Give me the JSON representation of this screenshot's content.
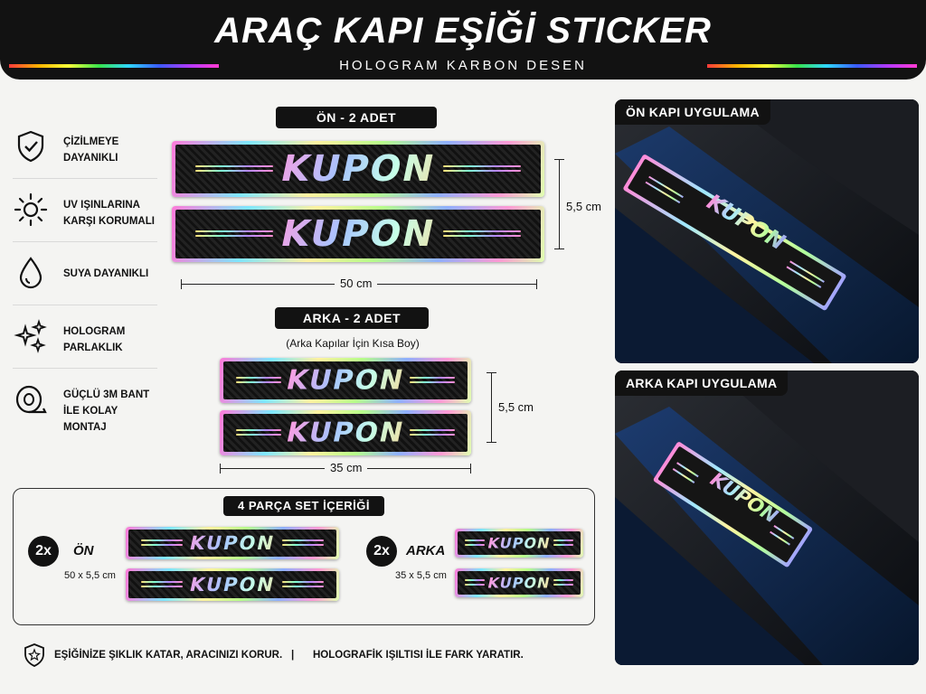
{
  "header": {
    "title": "ARAÇ KAPI EŞİĞİ STICKER",
    "subtitle": "HOLOGRAM KARBON DESEN"
  },
  "features": [
    {
      "icon": "shield-check-icon",
      "text": "ÇİZİLMEYE\nDAYANIKLI"
    },
    {
      "icon": "sun-icon",
      "text": "UV IŞINLARINA\nKARŞI KORUMALI"
    },
    {
      "icon": "water-drop-icon",
      "text": "SUYA DAYANIKLI"
    },
    {
      "icon": "sparkle-icon",
      "text": "HOLOGRAM\nPARLAKLIK"
    },
    {
      "icon": "tape-roll-icon",
      "text": "GÜÇLÜ 3M BANT\nİLE KOLAY MONTAJ"
    }
  ],
  "front": {
    "label": "ÖN - 2 ADET",
    "sticker_text": "KUPON",
    "width": "50 cm",
    "height": "5,5 cm"
  },
  "rear": {
    "label": "ARKA - 2 ADET",
    "note": "(Arka Kapılar İçin Kısa Boy)",
    "sticker_text": "KUPON",
    "width": "35 cm",
    "height": "5,5 cm"
  },
  "set": {
    "title": "4 PARÇA SET İÇERİĞİ",
    "front": {
      "count": "2x",
      "label": "ÖN",
      "size": "50 x 5,5 cm"
    },
    "rear": {
      "count": "2x",
      "label": "ARKA",
      "size": "35 x 5,5 cm"
    }
  },
  "photos": {
    "front_label": "ÖN KAPI UYGULAMA",
    "rear_label": "ARKA KAPI UYGULAMA"
  },
  "footer": {
    "text1": "EŞİĞİNİZE ŞIKLIK KATAR, ARACINIZI KORUR.",
    "separator": "|",
    "text2": "HOLOGRAFİK IŞILTISI İLE FARK YARATIR."
  },
  "colors": {
    "dark": "#121212",
    "background": "#f4f4f2"
  }
}
